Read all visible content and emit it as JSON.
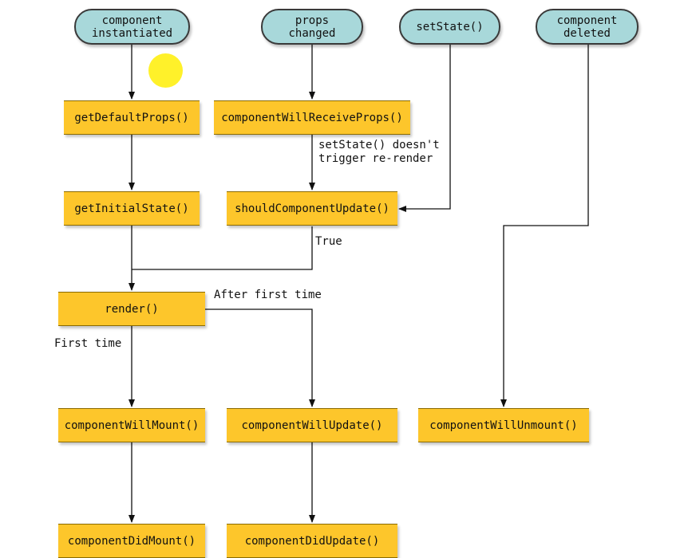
{
  "nodes": {
    "component_instantiated": "component\ninstantiated",
    "props_changed": "props\nchanged",
    "set_state": "setState()",
    "component_deleted": "component\ndeleted",
    "get_default_props": "getDefaultProps()",
    "component_will_receive_props": "componentWillReceiveProps()",
    "get_initial_state": "getInitialState()",
    "should_component_update": "shouldComponentUpdate()",
    "render": "render()",
    "component_will_mount": "componentWillMount()",
    "component_will_update": "componentWillUpdate()",
    "component_will_unmount": "componentWillUnmount()",
    "component_did_mount": "componentDidMount()",
    "component_did_update": "componentDidUpdate()"
  },
  "edge_labels": {
    "set_state_note": "setState() doesn't\ntrigger re-render",
    "true_label": "True",
    "after_first_time": "After first time",
    "first_time": "First time"
  },
  "colors": {
    "start_node_fill": "#a8d8da",
    "method_box_fill": "#fdc62b",
    "cursor_highlight": "#fff12a"
  }
}
